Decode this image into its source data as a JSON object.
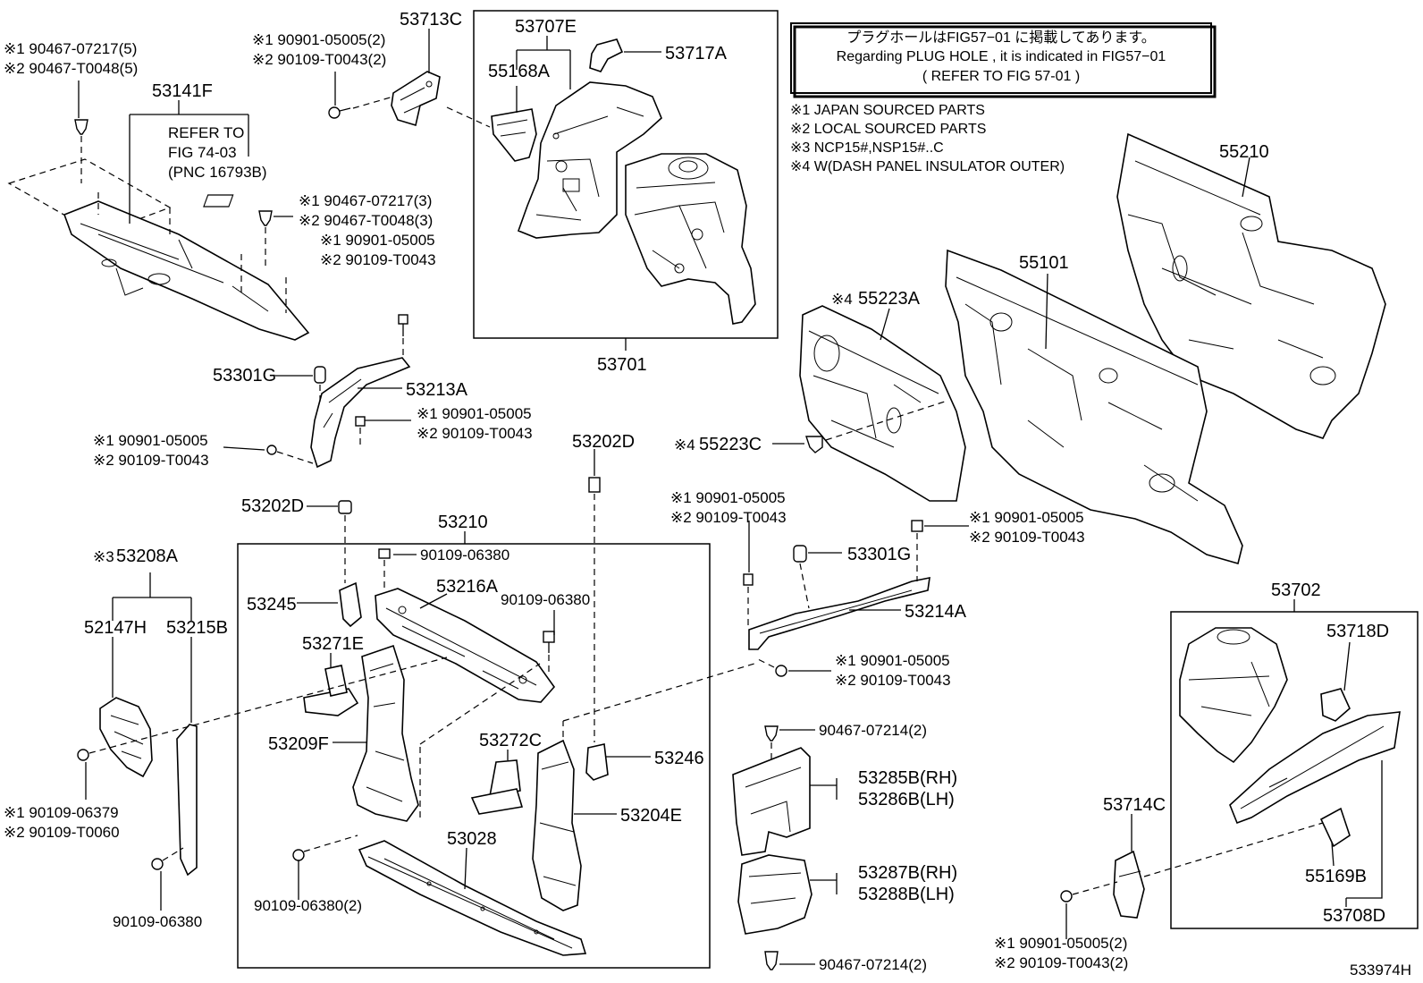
{
  "notice": {
    "line1": "プラグホールはFIG57−01 に掲載してあります。",
    "line2": "Regarding  PLUG HOLE , it is indicated in FIG57−01",
    "line3": "(   REFER TO FIG 57-01  )"
  },
  "legend": [
    "※1 JAPAN SOURCED PARTS",
    "※2 LOCAL SOURCED PARTS",
    "※3 NCP15#,NSP15#..C",
    "※4 W(DASH PANEL INSULATOR OUTER)"
  ],
  "refer": {
    "l1": "REFER TO",
    "l2": "FIG 74-03",
    "l3": "(PNC 16793B)"
  },
  "labels": {
    "p53141F": "53141F",
    "p53713C": "53713C",
    "p53707E": "53707E",
    "p53717A": "53717A",
    "p55168A": "55168A",
    "p53701": "53701",
    "p55210": "55210",
    "p55101": "55101",
    "p55223A": "55223A",
    "p55223C": "55223C",
    "p53301G_a": "53301G",
    "p53213A": "53213A",
    "p53202D_a": "53202D",
    "p53202D_b": "53202D",
    "p53210": "53210",
    "p53208A": "53208A",
    "p52147H": "52147H",
    "p53215B": "53215B",
    "p53245": "53245",
    "p53216A": "53216A",
    "p53271E": "53271E",
    "p53209F": "53209F",
    "p53272C": "53272C",
    "p53246": "53246",
    "p53204E": "53204E",
    "p53028": "53028",
    "p53301G_b": "53301G",
    "p53214A": "53214A",
    "p53285B": "53285B(RH)",
    "p53286B": "53286B(LH)",
    "p53287B": "53287B(RH)",
    "p53288B": "53288B(LH)",
    "p53702": "53702",
    "p53718D": "53718D",
    "p53714C": "53714C",
    "p55169B": "55169B",
    "p53708D": "53708D",
    "mark4a": "※4",
    "mark4b": "※4",
    "mark3": "※3"
  },
  "fasteners": {
    "f1a": "※1 90467-07217(5)",
    "f1b": "※2 90467-T0048(5)",
    "f2a": "※1 90901-05005(2)",
    "f2b": "※2 90109-T0043(2)",
    "f3a": "※1 90467-07217(3)",
    "f3b": "※2 90467-T0048(3)",
    "f3c": "※1 90901-05005",
    "f3d": "※2 90109-T0043",
    "f4a": "※1 90901-05005",
    "f4b": "※2 90109-T0043",
    "f5a": "※1 90901-05005",
    "f5b": "※2 90109-T0043",
    "f6": "90109-06380",
    "f7": "90109-06380",
    "f8a": "※1 90109-06379",
    "f8b": "※2 90109-T0060",
    "f9": "90109-06380",
    "f10": "90109-06380(2)",
    "f11a": "※1 90901-05005",
    "f11b": "※2 90109-T0043",
    "f12a": "※1 90901-05005",
    "f12b": "※2 90109-T0043",
    "f13a": "※1 90901-05005",
    "f13b": "※2 90109-T0043",
    "f14": "90467-07214(2)",
    "f15": "90467-07214(2)",
    "f16a": "※1 90901-05005(2)",
    "f16b": "※2 90109-T0043(2)"
  },
  "figure_code": "533974H"
}
